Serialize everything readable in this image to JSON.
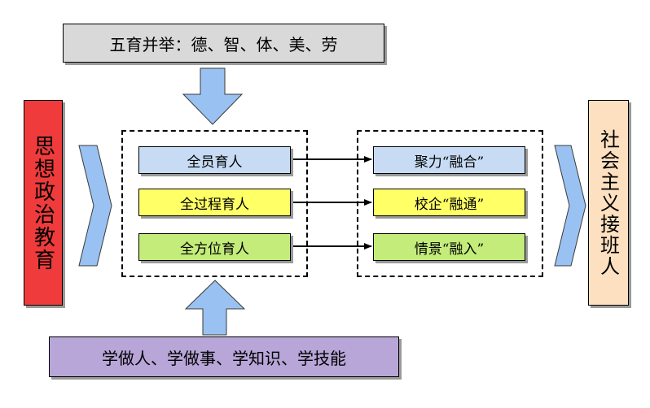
{
  "top_banner": {
    "text": "五育并举：德、智、体、美、劳"
  },
  "bottom_banner": {
    "text": "学做人、学做事、学知识、学技能"
  },
  "left_label": {
    "text": "思想政治教育"
  },
  "right_label": {
    "text": "社会主义接班人"
  },
  "left_group": {
    "items": [
      {
        "label": "全员育人"
      },
      {
        "label": "全过程育人"
      },
      {
        "label": "全方位育人"
      }
    ]
  },
  "right_group": {
    "items": [
      {
        "label": "聚力“融合”"
      },
      {
        "label": "校企“融通”"
      },
      {
        "label": "情景“融入”"
      }
    ]
  },
  "colors": {
    "block_arrow": "#99c2f2",
    "top_banner": "#d9d9d9",
    "bottom_banner": "#b7a6d7",
    "left_label": "#ef3b3b",
    "right_label": "#fce0c0",
    "row1": "#c7dcf4",
    "row2": "#ffff66",
    "row3": "#c4ec7a"
  }
}
